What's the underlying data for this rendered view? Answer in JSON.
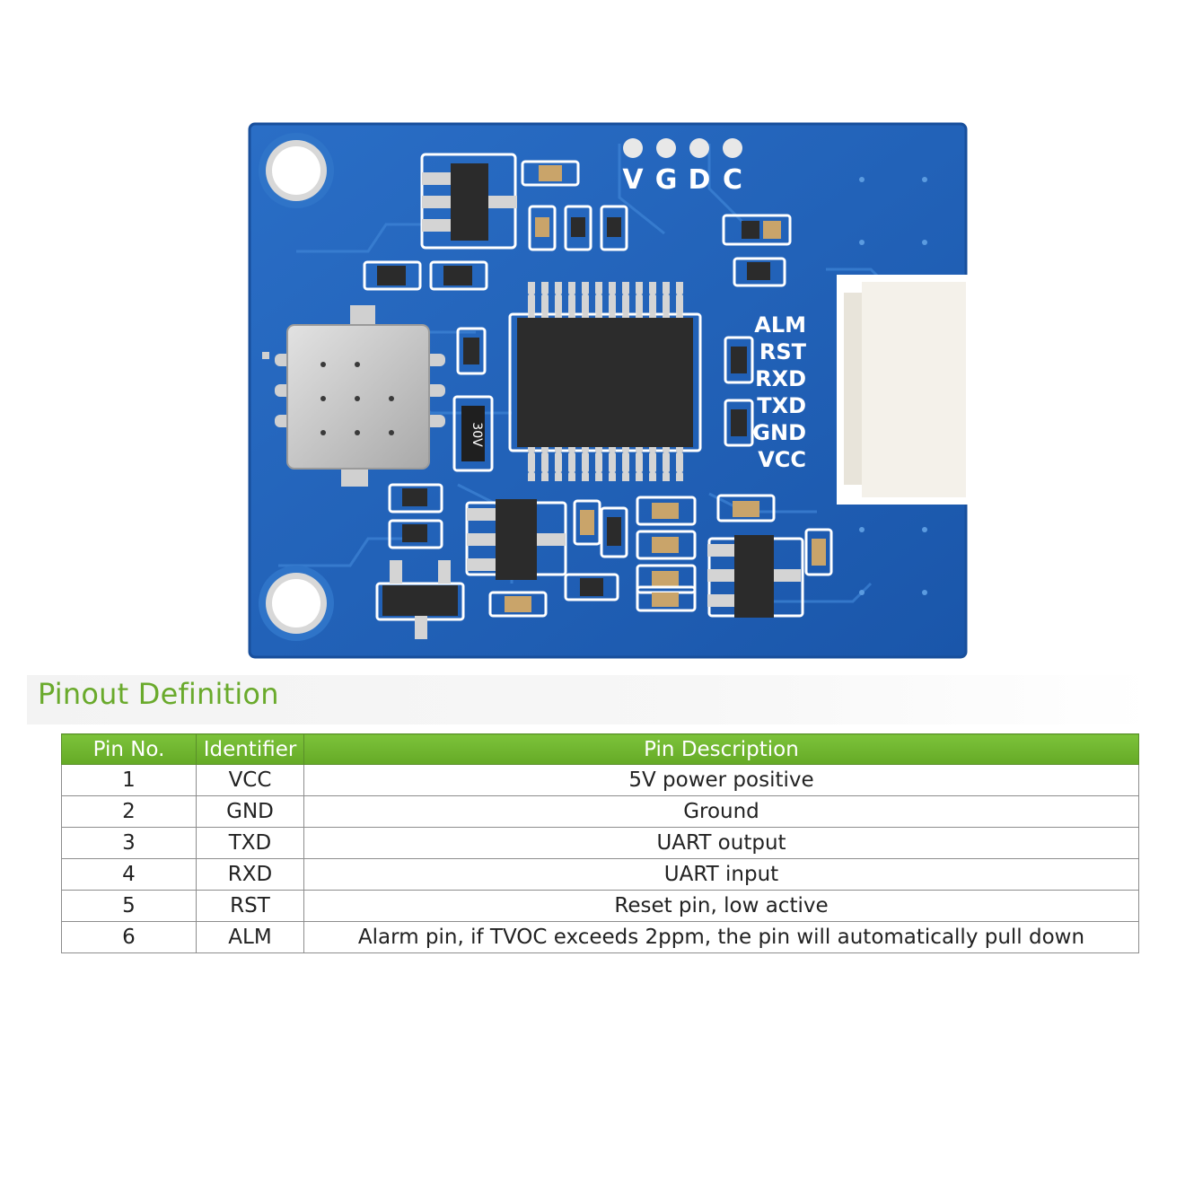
{
  "board": {
    "header_pads": [
      "V",
      "G",
      "D",
      "C"
    ],
    "connector_pins": [
      "ALM",
      "RST",
      "RXD",
      "TXD",
      "GND",
      "VCC"
    ],
    "resistor_marking": "30V",
    "colors": {
      "pcb": "#1e5fb6",
      "silkscreen": "#ffffff",
      "chip": "#2b2b2b",
      "sensor": "#c8c8c8",
      "connector": "#f4f1ea"
    }
  },
  "section": {
    "title": "Pinout Definition"
  },
  "table": {
    "headers": [
      "Pin No.",
      "Identifier",
      "Pin Description"
    ],
    "rows": [
      {
        "pin": "1",
        "id": "VCC",
        "desc": "5V power positive"
      },
      {
        "pin": "2",
        "id": "GND",
        "desc": "Ground"
      },
      {
        "pin": "3",
        "id": "TXD",
        "desc": "UART output"
      },
      {
        "pin": "4",
        "id": "RXD",
        "desc": "UART input"
      },
      {
        "pin": "5",
        "id": "RST",
        "desc": "Reset pin, low active"
      },
      {
        "pin": "6",
        "id": "ALM",
        "desc": "Alarm pin, if TVOC exceeds 2ppm, the pin will automatically pull down"
      }
    ],
    "colors": {
      "header_bg": "#6fb52e",
      "header_text": "#ffffff",
      "title": "#6aaa2c",
      "border": "#8d8d8d"
    }
  }
}
